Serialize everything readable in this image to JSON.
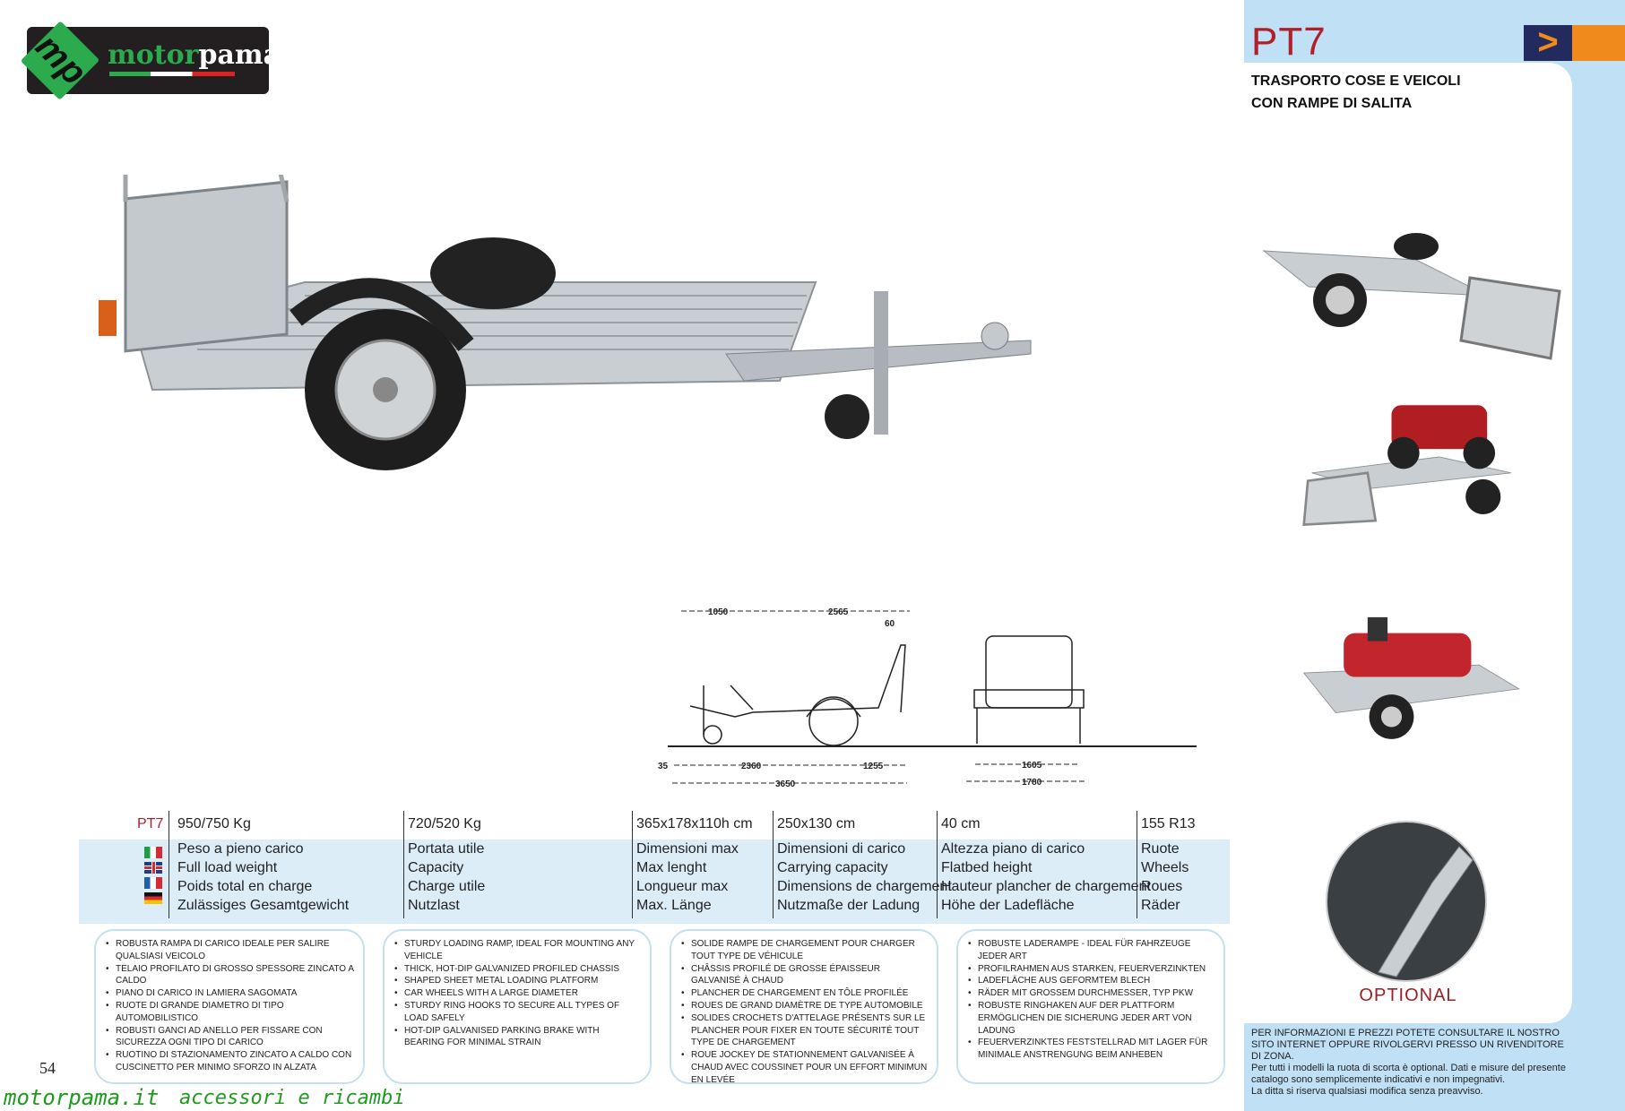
{
  "brand": {
    "logo_text_1": "motor",
    "logo_text_2": "pama",
    "logo_mark": "mp"
  },
  "product": {
    "title": "PT7",
    "subtitle_line1": "TRASPORTO COSE E VEICOLI",
    "subtitle_line2": "CON RAMPE DI SALITA",
    "next_icon": "chevron-right-icon",
    "optional_label": "OPTIONAL"
  },
  "drawing": {
    "dimensions": {
      "d1050": "1050",
      "d2565": "2565",
      "d60": "60",
      "d35": "35",
      "d2360": "2360",
      "d1255": "1255",
      "d3650": "3650",
      "d1605": "1605",
      "d1780": "1780"
    }
  },
  "specs": {
    "model": "PT7",
    "columns": [
      {
        "value": "950/750 Kg",
        "labels": [
          "Peso a pieno carico",
          "Full load weight",
          "Poids total en charge",
          "Zulässiges Gesamtgewicht"
        ]
      },
      {
        "value": "720/520 Kg",
        "labels": [
          "Portata utile",
          "Capacity",
          "Charge utile",
          "Nutzlast"
        ]
      },
      {
        "value": "365x178x110h cm",
        "labels": [
          "Dimensioni max",
          "Max lenght",
          "Longueur max",
          "Max. Länge"
        ]
      },
      {
        "value": "250x130 cm",
        "labels": [
          "Dimensioni di carico",
          "Carrying capacity",
          "Dimensions de chargement",
          "Nutzmaße der Ladung"
        ]
      },
      {
        "value": "40 cm",
        "labels": [
          "Altezza piano di carico",
          "Flatbed height",
          "Hauteur plancher de chargement",
          "Höhe der Ladefläche"
        ]
      },
      {
        "value": "155 R13",
        "labels": [
          "Ruote",
          "Wheels",
          "Roues",
          "Räder"
        ]
      }
    ]
  },
  "features": {
    "it": [
      "Robusta rampa di carico ideale per salire qualsiasi veicolo",
      "Telaio profilato di grosso spessore zincato a caldo",
      "Piano di carico in lamiera sagomata",
      "Ruote di grande diametro di tipo automobilistico",
      "Robusti ganci ad anello per fissare con sicurezza ogni tipo di carico",
      "Ruotino di stazionamento zincato a caldo con cuscinetto per minimo sforzo in alzata"
    ],
    "en": [
      "Sturdy loading ramp, ideal for mounting any vehicle",
      "Thick, hot-dip galvanized profiled chassis",
      "Shaped sheet metal loading platform",
      "Car wheels with a large diameter",
      "Sturdy ring hooks to secure all types of load safely",
      "Hot-dip galvanised parking brake with bearing for minimal strain"
    ],
    "fr": [
      "Solide rampe de chargement pour charger tout type de véhicule",
      "Châssis profilé de grosse épaisseur galvanisé à chaud",
      "Plancher de chargement en tôle profilée",
      "Roues de grand diamètre de type automobile",
      "Solides crochets d'attelage présents sur le plancher pour fixer en toute sécurité tout type de chargement",
      "Roue jockey de stationnement galvanisée à chaud avec coussinet pour un effort minimun en levée"
    ],
    "de": [
      "Robuste Laderampe - ideal für Fahrzeuge jeder Art",
      "Profilrahmen aus starken, feuerverzinkten",
      "Ladefläche aus geformtem Blech",
      "Räder mit grossem Durchmesser, Typ PKW",
      "Robuste Ringhaken auf der Plattform ermöglichen die Sicherung jeder Art von Ladung",
      "Feuerverzinktes Feststellrad mit Lager für minimale Anstrengung beim Anheben"
    ]
  },
  "info": {
    "line1": "PER INFORMAZIONI E PREZZI POTETE CONSULTARE IL NOSTRO SITO INTERNET OPPURE RIVOLGERVI PRESSO UN RIVENDITORE DI ZONA.",
    "line2": "Per tutti i modelli la ruota di scorta è optional. Dati e misure del presente catalogo sono semplicemente indicativi e non impegnativi.",
    "line3": "La ditta si riserva qualsiasi modifica senza preavviso."
  },
  "footer": {
    "page_number": "54",
    "watermark_site": "motorpama.it",
    "watermark_tagline": "accessori e ricambi"
  },
  "colors": {
    "accent_red": "#b0202a",
    "panel_blue": "#bfe0f5",
    "orange": "#f08a1c",
    "navy": "#232a5e",
    "green": "#2bab4e"
  }
}
